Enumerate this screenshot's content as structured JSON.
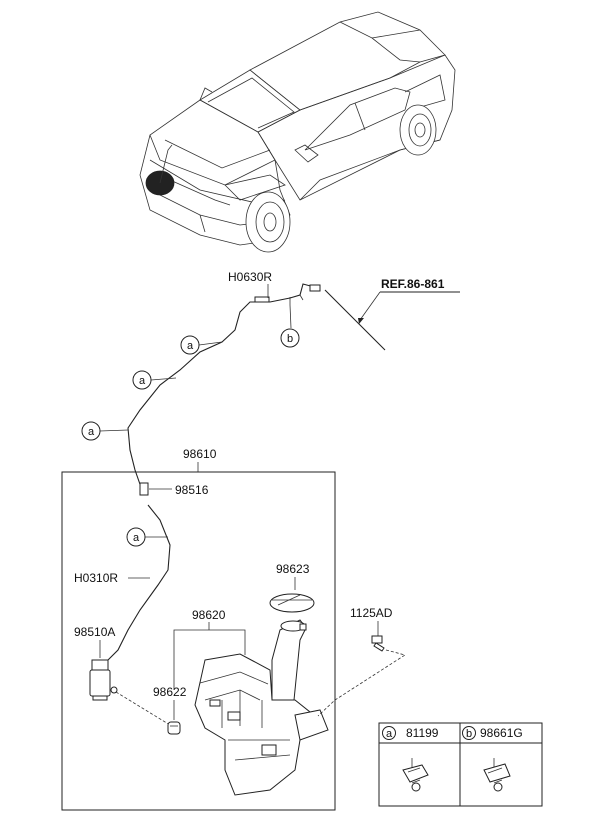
{
  "parts": {
    "h0630r": "H0630R",
    "ref": "REF.86-861",
    "p98610": "98610",
    "p98516": "98516",
    "h0310r": "H0310R",
    "p98623": "98623",
    "p98620": "98620",
    "p98510a": "98510A",
    "p1125ad": "1125AD",
    "p98622": "98622"
  },
  "callouts": {
    "a": "a",
    "b": "b"
  },
  "legend": {
    "a_letter": "a",
    "a_part": "81199",
    "b_letter": "b",
    "b_part": "98661G"
  }
}
